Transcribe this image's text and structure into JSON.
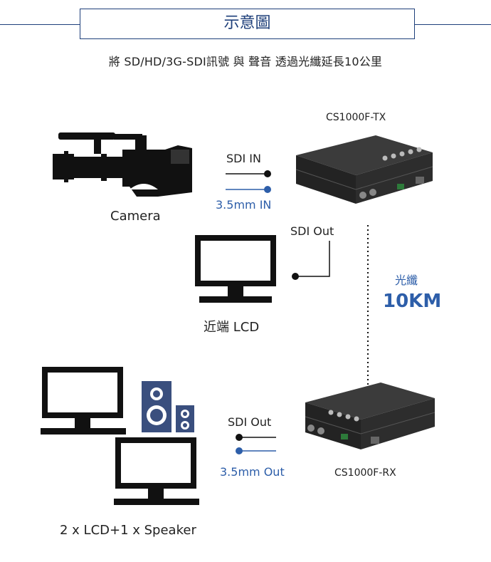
{
  "title": "示意圖",
  "subtitle": "將 SD/HD/3G-SDI訊號 與 聲音 透過光纖延長10公里",
  "tx": {
    "device_name": "CS1000F-TX",
    "sdi_in_label": "SDI IN",
    "audio_in_label": "3.5mm IN",
    "sdi_out_label": "SDI Out"
  },
  "source_label": "Camera",
  "local_display_label": "近端 LCD",
  "fiber": {
    "label": "光纖",
    "distance": "10KM"
  },
  "rx": {
    "device_name": "CS1000F-RX",
    "sdi_out_label": "SDI Out",
    "audio_out_label": "3.5mm Out"
  },
  "remote_label": "2 x LCD+1 x Speaker",
  "colors": {
    "accent": "#1e3f7a",
    "audio_blue": "#2d5ea9",
    "speaker": "#3a4f7e"
  }
}
